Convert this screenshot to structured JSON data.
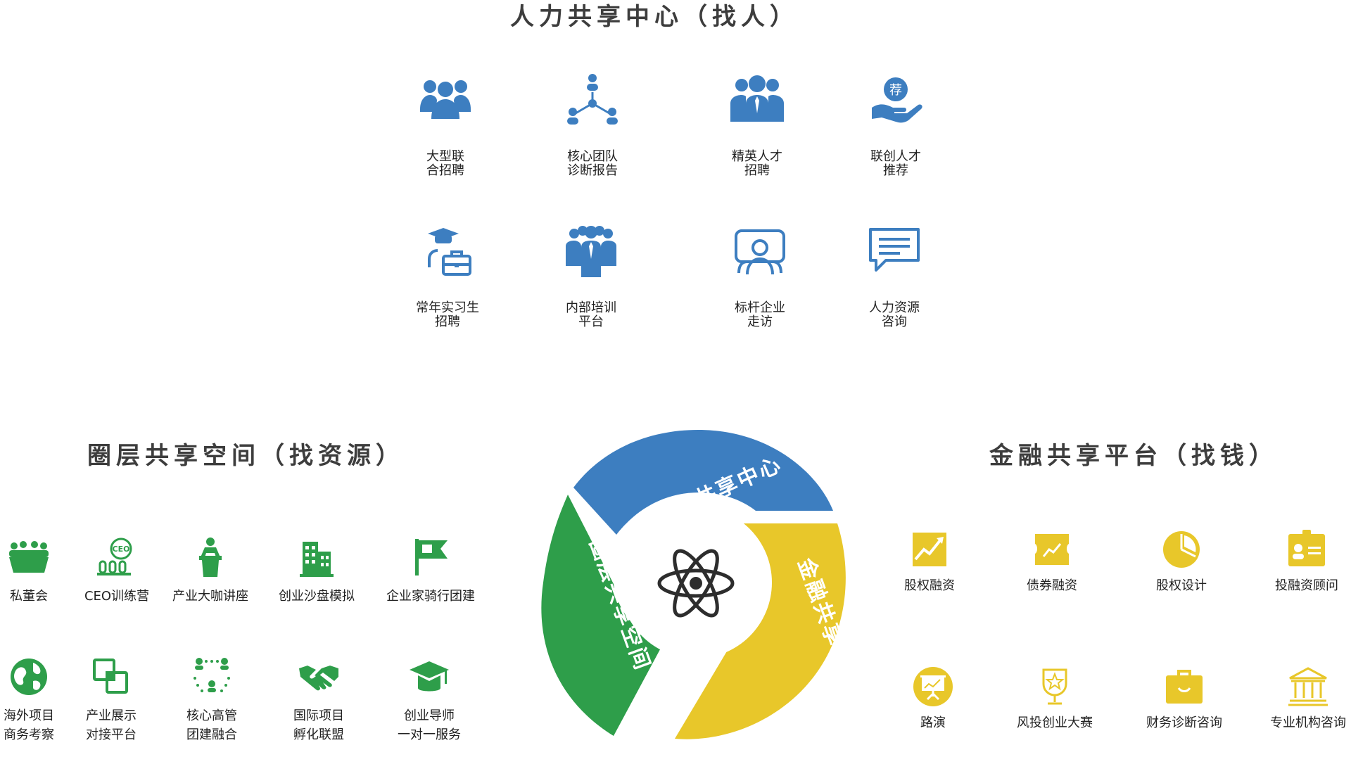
{
  "colors": {
    "blue": "#3d7ec0",
    "green": "#2e9e4a",
    "yellow": "#e8c72a",
    "title": "#3d3d3d"
  },
  "hr": {
    "title": "人力共享中心（找人）",
    "items": [
      {
        "label": "大型联\n合招聘",
        "icon": "people-group-icon"
      },
      {
        "label": "核心团队\n诊断报告",
        "icon": "org-network-icon"
      },
      {
        "label": "精英人才\n招聘",
        "icon": "business-people-icon"
      },
      {
        "label": "联创人才\n推荐",
        "icon": "recommend-hand-icon"
      },
      {
        "label": "常年实习生\n招聘",
        "icon": "graduate-briefcase-icon"
      },
      {
        "label": "内部培训\n平台",
        "icon": "team-crowd-icon"
      },
      {
        "label": "标杆企业\n走访",
        "icon": "visit-meeting-icon"
      },
      {
        "label": "人力资源\n咨询",
        "icon": "message-bubble-icon"
      }
    ]
  },
  "circle": {
    "title": "圈层共享空间（找资源）",
    "items": [
      {
        "label": "私董会",
        "icon": "board-crowd-icon"
      },
      {
        "label": "CEO训练营",
        "icon": "ceo-training-icon"
      },
      {
        "label": "产业大咖讲座",
        "icon": "lecture-podium-icon"
      },
      {
        "label": "创业沙盘模拟",
        "icon": "city-buildings-icon"
      },
      {
        "label": "企业家骑行团建",
        "icon": "flag-icon"
      },
      {
        "label": "海外项目\n商务考察",
        "icon": "globe-icon"
      },
      {
        "label": "产业展示\n对接平台",
        "icon": "link-squares-icon"
      },
      {
        "label": "核心高管\n团建融合",
        "icon": "team-circle-icon"
      },
      {
        "label": "国际项目\n孵化联盟",
        "icon": "handshake-icon"
      },
      {
        "label": "创业导师\n一对一服务",
        "icon": "graduation-cap-icon"
      }
    ]
  },
  "finance": {
    "title": "金融共享平台（找钱）",
    "items": [
      {
        "label": "股权融资",
        "icon": "growth-chart-icon"
      },
      {
        "label": "债券融资",
        "icon": "bond-ticket-icon"
      },
      {
        "label": "股权设计",
        "icon": "pie-chart-icon"
      },
      {
        "label": "投融资顾问",
        "icon": "id-card-icon"
      },
      {
        "label": "路演",
        "icon": "presentation-icon"
      },
      {
        "label": "风投创业大赛",
        "icon": "trophy-star-icon"
      },
      {
        "label": "财务诊断咨询",
        "icon": "briefcase-icon"
      },
      {
        "label": "专业机构咨询",
        "icon": "institution-icon"
      }
    ]
  },
  "wheel": {
    "hr_label": "人力共享中心",
    "circle_label": "圈层共享空间",
    "finance_label": "金融共享平台",
    "center_icon": "atom-icon"
  }
}
